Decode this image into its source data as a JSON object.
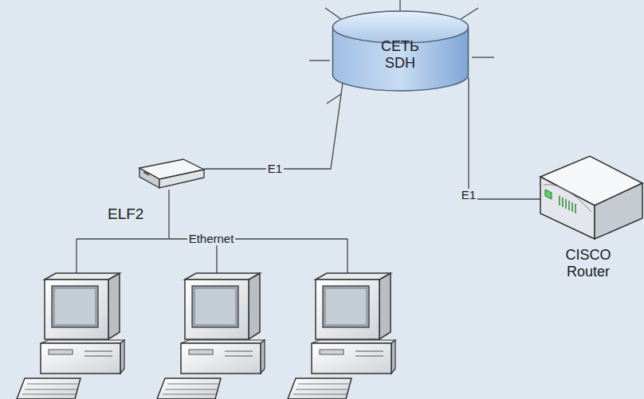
{
  "diagram": {
    "nodes": [
      {
        "text": [
          "СЕТЬ SDH"
        ]
      },
      {
        "text": [
          "ELF2"
        ]
      },
      {
        "text": [
          "CISCO Router"
        ]
      }
    ],
    "edges": [
      {
        "from": 1,
        "to": 0,
        "label": "E1",
        "arrow": "none"
      },
      {
        "from": 0,
        "to": 2,
        "label": "E1",
        "arrow": "none"
      }
    ],
    "labels": [
      "Ethernet"
    ]
  }
}
